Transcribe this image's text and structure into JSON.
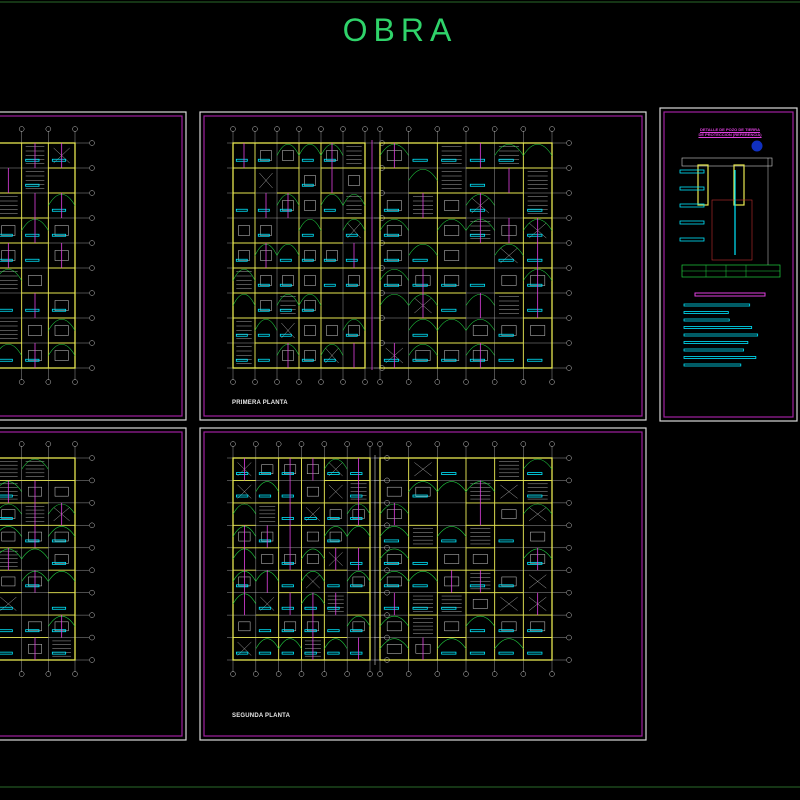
{
  "title": "OBRA",
  "sheets": {
    "primera_planta": {
      "label": "PRIMERA PLANTA"
    },
    "segunda_planta": {
      "label": "SEGUNDA PLANTA"
    },
    "detail": {
      "title_line1": "DETALLE DE POZO DE TIERRA",
      "title_line2": "DE PROTECCION (REFERENCIA)"
    }
  },
  "colors": {
    "background": "#000000",
    "title": "#2fd36a",
    "walls": "#e8e850",
    "text": "#00e8ff",
    "circuits": "#20d040",
    "sheet_border": "#a020a0",
    "grid": "#c0c0c0"
  }
}
